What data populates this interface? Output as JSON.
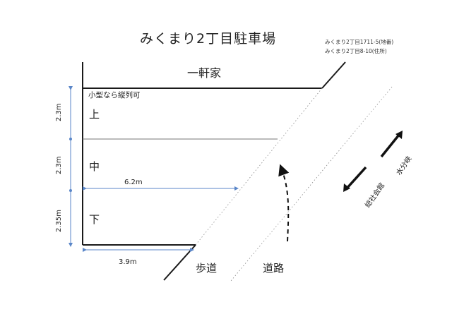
{
  "title": "みくまり2丁目駐車場",
  "address": {
    "lot": "みくまり2丁目1711-5(地番)",
    "residence": "みくまり2丁目8-10(住所)"
  },
  "house_label": "一軒家",
  "note": "小型なら縦列可",
  "slots": {
    "upper": "上",
    "middle": "中",
    "lower": "下"
  },
  "dimensions": {
    "width_top": "6.2m",
    "width_bottom": "3.9m",
    "height_upper": "2.3m",
    "height_middle": "2.3m",
    "height_lower": "2.35m"
  },
  "road": {
    "sidewalk": "歩道",
    "roadway": "道路"
  },
  "directions": {
    "toward_left": "総社会館",
    "toward_right": "水分峡"
  },
  "colors": {
    "line": "#1a1a1a",
    "dimension": "#5a86c8",
    "arrow": "#111111"
  }
}
